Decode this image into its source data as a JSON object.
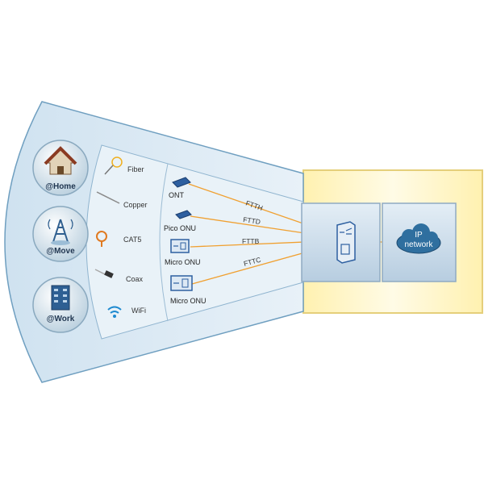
{
  "locations": [
    {
      "label": "@Home",
      "icon": "house-icon"
    },
    {
      "label": "@Move",
      "icon": "signal-tower-icon"
    },
    {
      "label": "@Work",
      "icon": "office-building-icon"
    }
  ],
  "media": [
    {
      "label": "Fiber",
      "icon": "fiber-icon"
    },
    {
      "label": "Copper",
      "icon": "copper-cable-icon"
    },
    {
      "label": "CAT5",
      "icon": "cat5-cable-icon"
    },
    {
      "label": "Coax",
      "icon": "coax-cable-icon"
    },
    {
      "label": "WiFi",
      "icon": "wifi-icon"
    }
  ],
  "terminals": [
    {
      "label": "ONT",
      "icon": "ont-device-icon"
    },
    {
      "label": "Pico ONU",
      "icon": "pico-onu-device-icon"
    },
    {
      "label": "Micro ONU",
      "icon": "micro-onu-device-icon"
    },
    {
      "label": "Micro ONU",
      "icon": "micro-onu-device-icon"
    }
  ],
  "links": [
    "FTTH",
    "FTTD",
    "FTTB",
    "FTTC"
  ],
  "olt": {
    "icon": "olt-chassis-icon"
  },
  "network": {
    "line1": "IP",
    "line2": "network",
    "icon": "cloud-icon"
  },
  "colors": {
    "fan_fill": "#dcebf5",
    "fan_stroke": "#6f9fc0",
    "inner_fill": "#e9f2f8",
    "link_line": "#f0a030",
    "box_fill": "#fff6cc",
    "box_stroke": "#e0c66a",
    "panel_fill": "#c9dbe9",
    "cloud_fill": "#2f6f9f"
  }
}
